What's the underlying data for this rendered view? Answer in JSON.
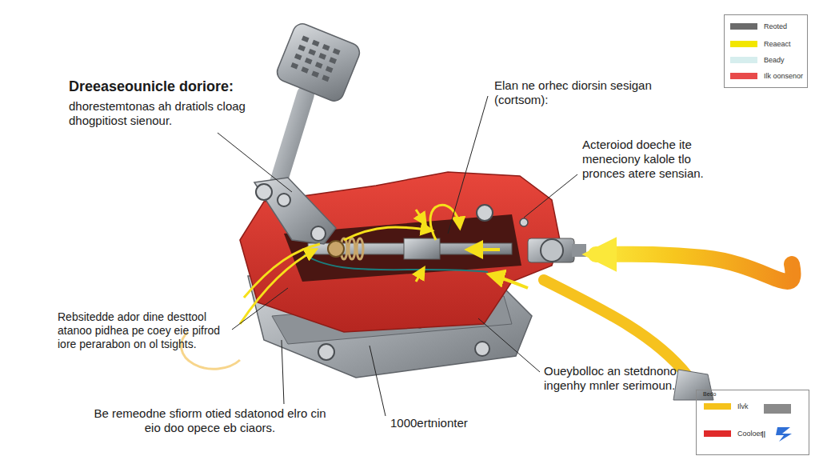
{
  "diagram": {
    "labels": [
      "Dreeaseounicle doriore:",
      "dhorestemtonas ah dratiols cloag dhogpitiost sienour.",
      "Elan ne orhec diorsin sesigan (cortsom):",
      "Acteroiod doeche ite meneciony kalole tlo pronces atere sensian.",
      "Rebsitedde ador dine desttool atanoo pidhea pe coey eie pifrod iore perarabon on ol tsights.",
      "Be remeodne sfiorm otied sdatonod elro cin eio doo opece eb ciaors.",
      "1000ertnionter",
      "Oueybolloc an stetdnono ingenhy mnler serimoun.",
      "Bedo",
      "Il"
    ],
    "legend": [
      {
        "text": "Reoted",
        "color": "#6b6b6b"
      },
      {
        "text": "Reaeact",
        "color": "#f2e600"
      },
      {
        "text": "Beady",
        "color": "#d6eeee"
      },
      {
        "text": "Ilk oonsenor",
        "color": "#e84a4a"
      },
      {
        "text": "Ilvk",
        "color": "#f5c21b"
      },
      {
        "text": "Cooloer",
        "color": "#e02a2a"
      }
    ]
  }
}
